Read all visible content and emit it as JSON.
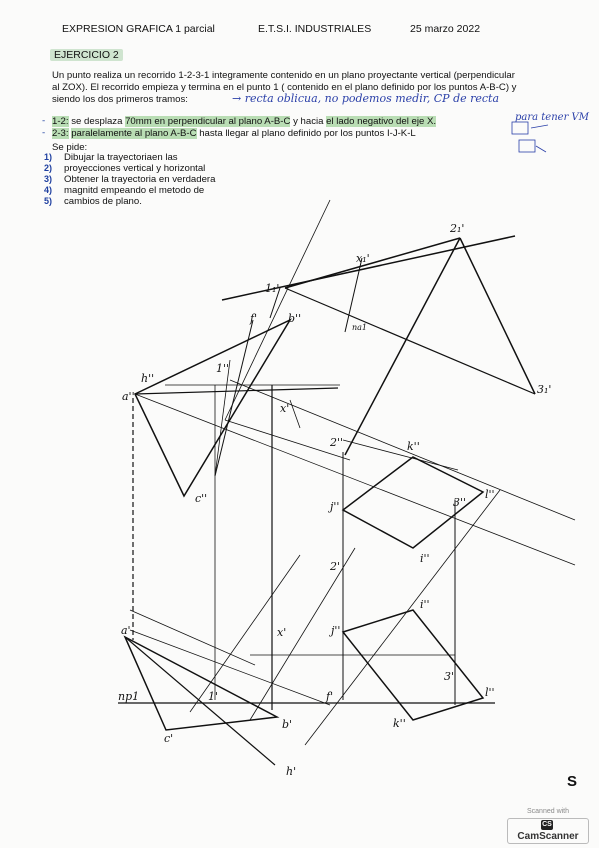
{
  "header": {
    "left": "EXPRESION GRAFICA 1 parcial",
    "middle": "E.T.S.I. INDUSTRIALES",
    "right": "25 marzo 2022"
  },
  "exercise_title": "EJERCICIO 2",
  "statement": {
    "line1": "Un punto realiza un recorrido 1-2-3-1 integramente contenido en un plano proyectante vertical (perpendicular",
    "line2": "al ZOX). El recorrido empieza y termina en el punto 1 ( contenido en el plano definido por los puntos A-B-C) y",
    "line3": "siendo los dos primeros tramos:"
  },
  "segments": [
    {
      "bullet": "-",
      "label": "1-2:",
      "text_a": "se desplaza",
      "highlight": "70mm en perpendicular al plano A-B-C",
      "text_b": "y hacia",
      "text_c": "el lado negativo del eje X."
    },
    {
      "bullet": "-",
      "label": "2-3:",
      "text_a": "paralelamente al plano A-B-C",
      "text_b": "hasta llegar al plano definido por los puntos I-J-K-L"
    }
  ],
  "asks_label": "Se pide:",
  "requirements": [
    {
      "num": "1)",
      "text": "Dibujar la trayectoriaen las"
    },
    {
      "num": "2)",
      "text": "proyecciones vertical y horizontal"
    },
    {
      "num": "3)",
      "text": "Obtener la trayectoria en verdadera"
    },
    {
      "num": "4)",
      "text": "magnitd empeando el metodo de"
    },
    {
      "num": "5)",
      "text": "cambios de plano."
    }
  ],
  "handwritten": {
    "note1": "→ recta oblicua, no podemos medir, CP de recta",
    "note2": "para tener VM"
  },
  "drawing_labels": {
    "one_p1": "1₁'",
    "x1": "x₁'",
    "two_p1": "2₁'",
    "three_p1": "3₁'",
    "one_pp": "1''",
    "b_pp": "b''",
    "f_p": "f'",
    "a_pp": "a''",
    "h_pp": "h''",
    "c_pp": "c''",
    "x_p": "x'",
    "two_pp": "2''",
    "k_pp": "k''",
    "j_pp": "j''",
    "three_pp": "3''",
    "l_pp": "l''",
    "i_pp": "i''",
    "two_p": "2'",
    "i_p": "i''",
    "a_p": "a'",
    "xp2": "x'",
    "j_p": "j''",
    "three_p": "3'",
    "l_p": "l''",
    "np1": "np1",
    "one_p": "1'",
    "c_p": "c'",
    "b_p": "b'",
    "k_p": "k''",
    "h_p": "h'",
    "f_p2": "f'",
    "na1": "na1"
  },
  "footer_mark": "S",
  "scanner": {
    "scanned_with": "Scanned with",
    "brand": "CamScanner"
  }
}
